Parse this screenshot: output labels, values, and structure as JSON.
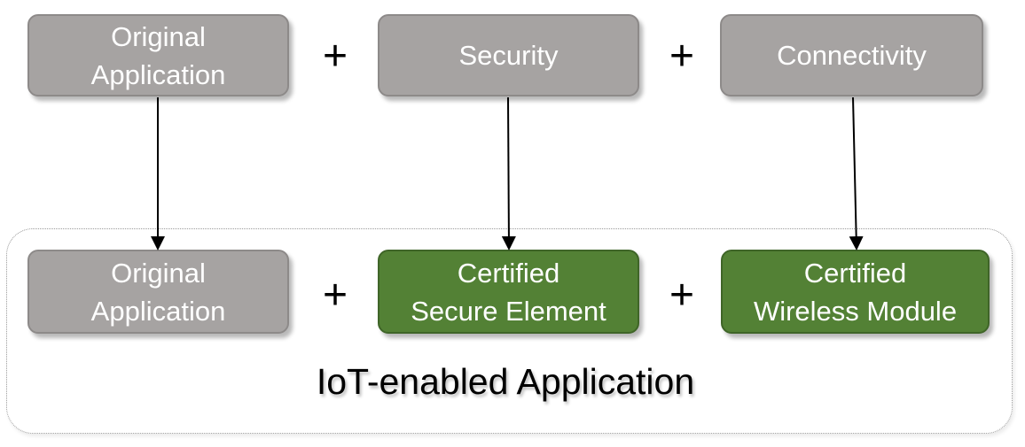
{
  "diagram": {
    "top_row": [
      {
        "label_line1": "Original",
        "label_line2": "Application"
      },
      {
        "label": "Security"
      },
      {
        "label": "Connectivity"
      }
    ],
    "bottom_row": [
      {
        "label_line1": "Original",
        "label_line2": "Application"
      },
      {
        "label_line1": "Certified",
        "label_line2": "Secure Element"
      },
      {
        "label_line1": "Certified",
        "label_line2": "Wireless Module"
      }
    ],
    "operator": "+",
    "container_label": "IoT-enabled Application",
    "colors": {
      "gray_box": "#a6a3a2",
      "green_box": "#538135",
      "arrow": "#000000"
    }
  }
}
